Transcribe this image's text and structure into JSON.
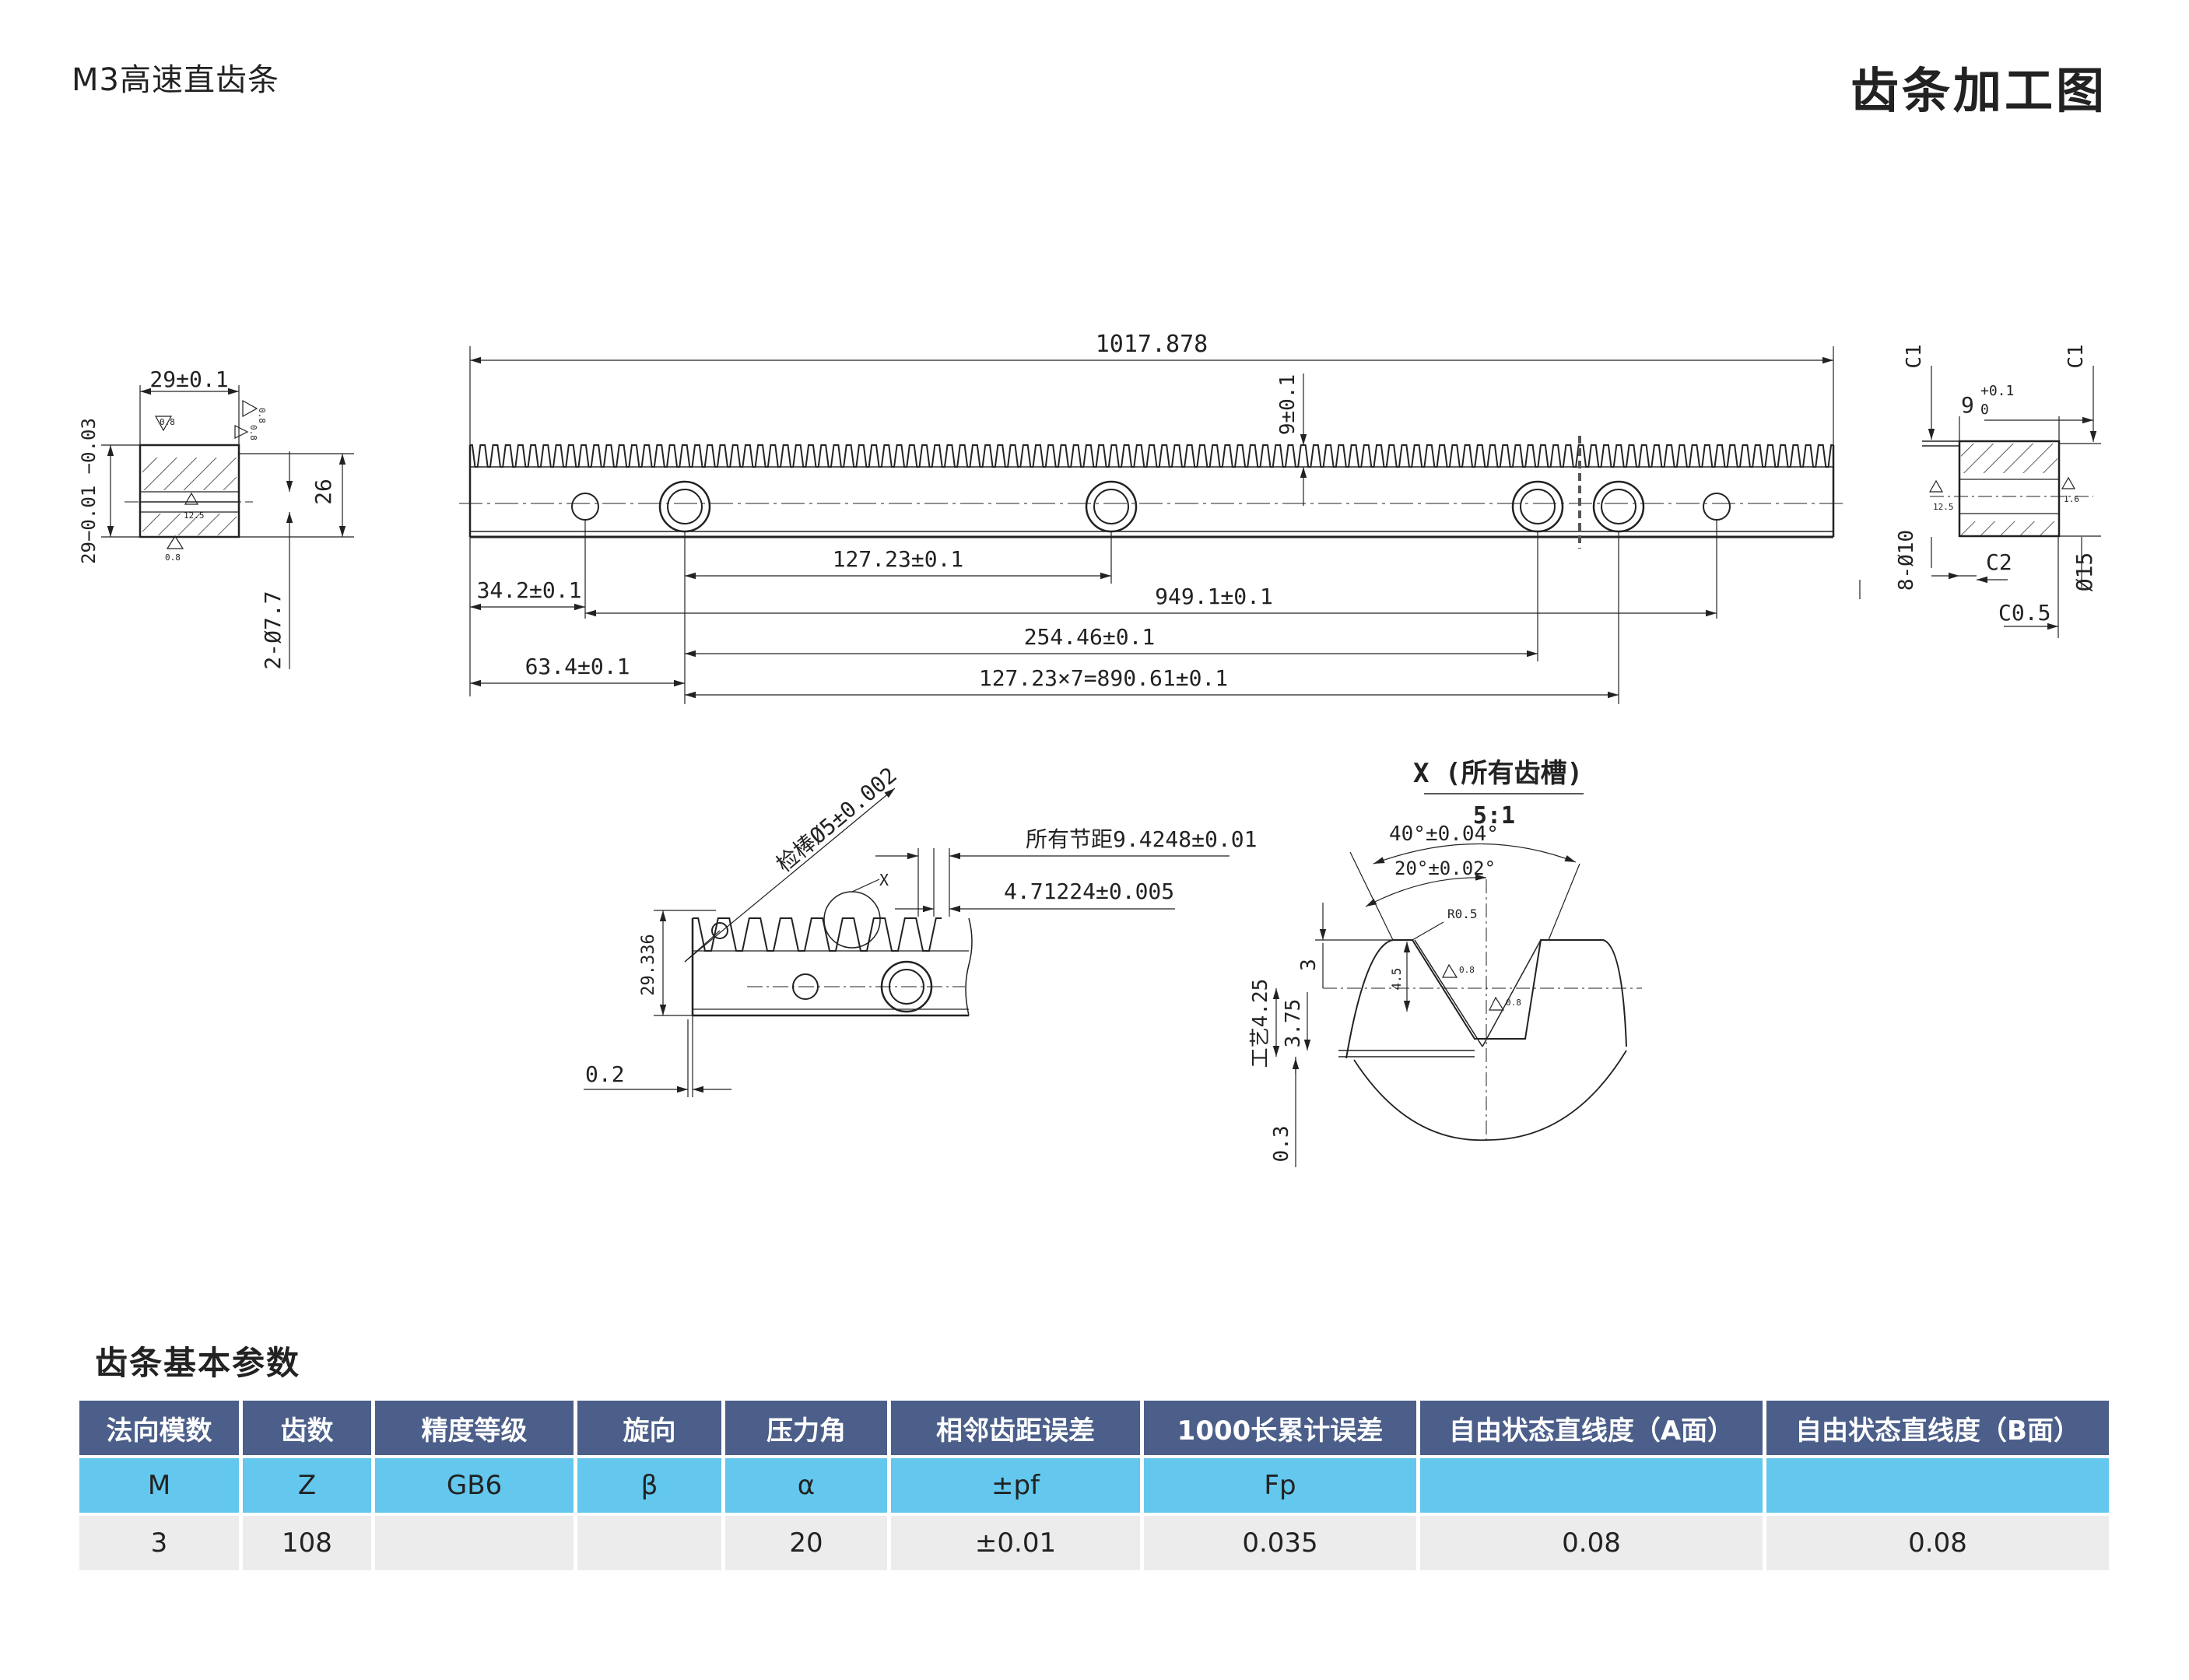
{
  "header": {
    "subtitle": "M3高速直齿条",
    "title": "齿条加工图"
  },
  "drawing": {
    "section_view": {
      "width_dim": "29±0.1",
      "height_dim": "29−0.01 −0.03",
      "height_26": "26",
      "holes": "2-Ø7.7",
      "roughness_a": "0.8",
      "roughness_b": "0.8",
      "roughness_c": "0.8",
      "roughness_d": "0.8",
      "roughness_e": "12.5"
    },
    "main_view": {
      "overall_length": "1017.878",
      "tooth_height": "9±0.1",
      "d_127": "127.23±0.1",
      "d_34": "34.2±0.1",
      "d_949": "949.1±0.1",
      "d_254": "254.46±0.1",
      "d_63": "63.4±0.1",
      "d_890": "127.23×7=890.61±0.1"
    },
    "end_view": {
      "c1_left": "C1",
      "c1_right": "C1",
      "depth": "9",
      "depth_tol_upper": "+0.1",
      "depth_tol_lower": "0",
      "roughness_a": "12.5",
      "roughness_b": "1.6",
      "holes": "8-Ø10",
      "c2": "C2",
      "d15": "Ø15",
      "c05": "C0.5"
    },
    "detail_view": {
      "pin": "检棒Ø5±0.002",
      "pitch": "所有节距9.4248±0.01",
      "half_pitch": "4.71224±0.005",
      "detail_mark": "X",
      "height": "29.336",
      "offset": "0.2"
    },
    "tooth_detail": {
      "title": "X (所有齿槽)",
      "scale": "5:1",
      "angle_40": "40°±0.04°",
      "angle_20": "20°±0.02°",
      "radius": "R0.5",
      "dim_45": "4.5",
      "dim_3": "3",
      "dim_375": "3.75",
      "dim_425": "工艺4.25",
      "dim_03": "0.3",
      "roughness_a": "0.8",
      "roughness_b": "0.8"
    }
  },
  "params": {
    "heading": "齿条基本参数",
    "headers": [
      "法向模数",
      "齿数",
      "精度等级",
      "旋向",
      "压力角",
      "相邻齿距误差",
      "1000长累计误差",
      "自由状态直线度（A面）",
      "自由状态直线度（B面）"
    ],
    "symbols": [
      "M",
      "Z",
      "GB6",
      "β",
      "α",
      "±pf",
      "Fp",
      "",
      ""
    ],
    "values": [
      "3",
      "108",
      "",
      "",
      "20",
      "±0.01",
      "0.035",
      "0.08",
      "0.08"
    ]
  }
}
